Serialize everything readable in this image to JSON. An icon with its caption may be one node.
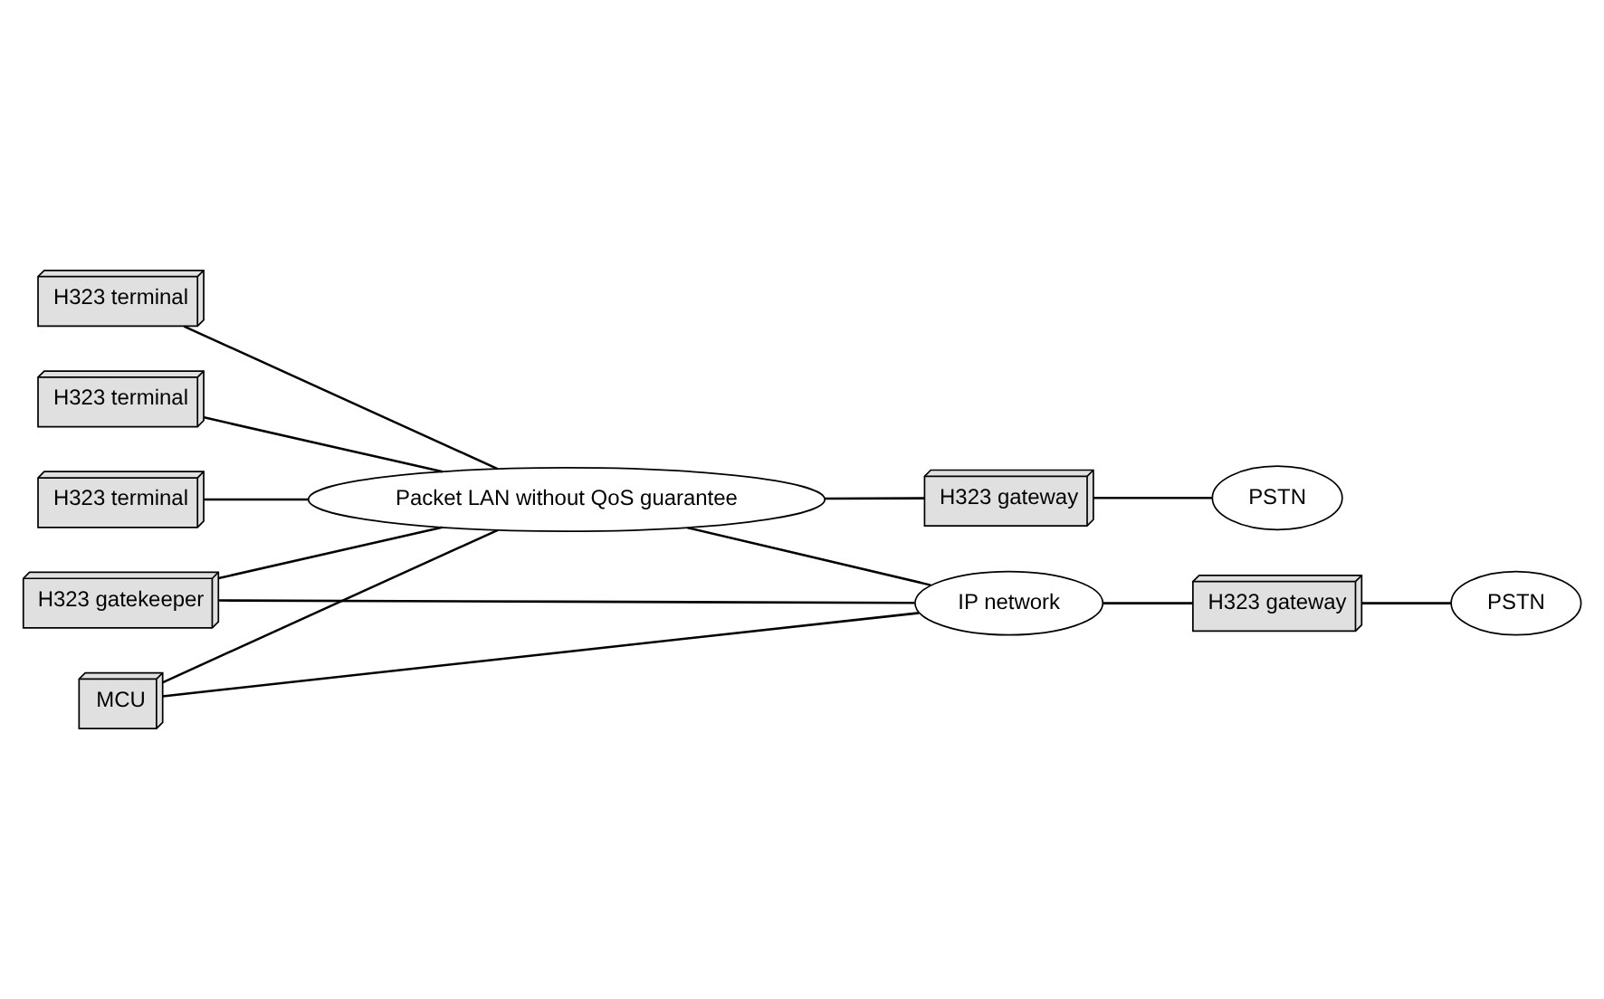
{
  "diagram": {
    "nodes": [
      {
        "text": [
          "H323 terminal"
        ]
      },
      {
        "text": [
          "H323 terminal"
        ]
      },
      {
        "text": [
          "H323 terminal"
        ]
      },
      {
        "text": [
          "Packet LAN without QoS guarantee"
        ]
      },
      {
        "text": [
          "MCU"
        ]
      },
      {
        "text": [
          "H323 gatekeeper"
        ]
      },
      {
        "text": [
          "IP network"
        ]
      },
      {
        "text": [
          "H323 gateway"
        ]
      },
      {
        "text": [
          "H323 gateway"
        ]
      },
      {
        "text": [
          "PSTN"
        ]
      },
      {
        "text": [
          "PSTN"
        ]
      }
    ],
    "edges": [
      {
        "from": 0,
        "to": 3,
        "arrow": "none"
      },
      {
        "from": 1,
        "to": 3,
        "arrow": "none"
      },
      {
        "from": 2,
        "to": 3,
        "arrow": "none"
      },
      {
        "from": 3,
        "to": 8,
        "arrow": "none"
      },
      {
        "from": 8,
        "to": 9,
        "arrow": "none"
      },
      {
        "from": 3,
        "to": 6,
        "arrow": "none"
      },
      {
        "from": 4,
        "to": 3,
        "arrow": "none"
      },
      {
        "from": 4,
        "to": 6,
        "arrow": "none"
      },
      {
        "from": 5,
        "to": 3,
        "arrow": "none"
      },
      {
        "from": 5,
        "to": 6,
        "arrow": "none"
      },
      {
        "from": 6,
        "to": 7,
        "arrow": "none"
      },
      {
        "from": 7,
        "to": 10,
        "arrow": "none"
      }
    ]
  }
}
